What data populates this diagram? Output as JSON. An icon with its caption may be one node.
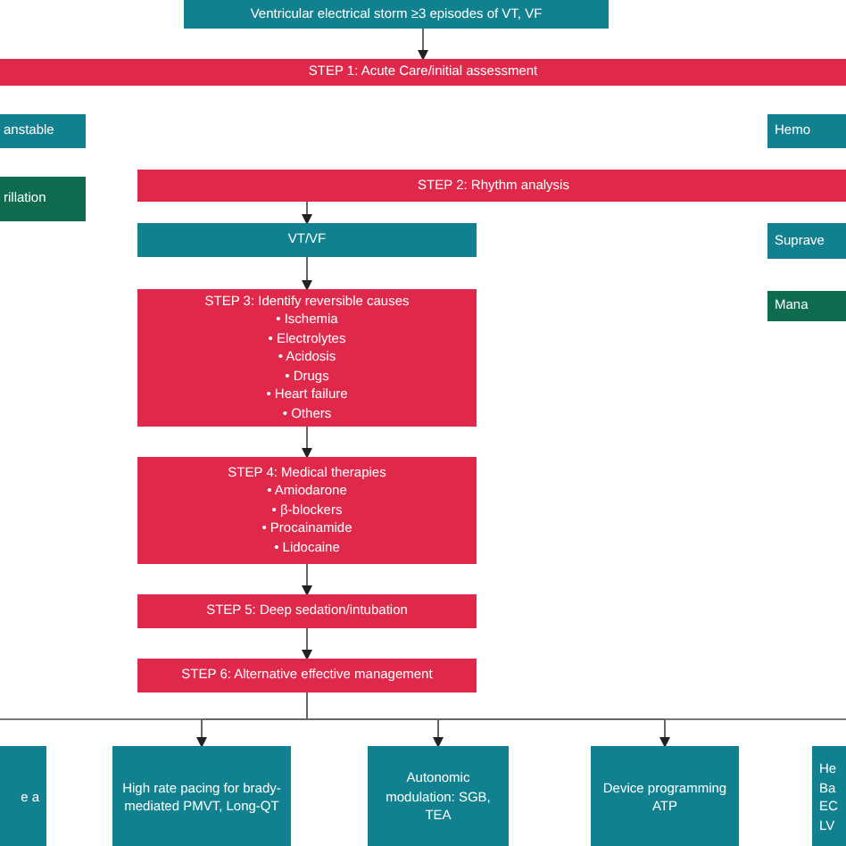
{
  "diagram": {
    "nodes": [
      {
        "text": [
          "Ventricular electrical storm ≥3 episodes of VT, VF"
        ]
      },
      {
        "text": [
          "STEP 1: Acute Care/initial assessment"
        ]
      },
      {
        "text": [
          "anstable"
        ]
      },
      {
        "text": [
          "rillation"
        ]
      },
      {
        "text": [
          "Hemo"
        ]
      },
      {
        "text": [
          "STEP 2: Rhythm analysis"
        ]
      },
      {
        "text": [
          "Suprave"
        ]
      },
      {
        "text": [
          "VT/VF"
        ]
      },
      {
        "text": [
          "Mana"
        ]
      },
      {
        "text": [
          "STEP 3: Identify reversible causes",
          "• Ischemia",
          "• Electrolytes",
          "• Acidosis",
          "• Drugs",
          "• Heart failure",
          "• Others"
        ]
      },
      {
        "text": [
          "STEP 4: Medical therapies",
          "• Amiodarone",
          "• β-blockers",
          "• Procainamide",
          "• Lidocaine"
        ]
      },
      {
        "text": [
          "STEP 5: Deep sedation/intubation"
        ]
      },
      {
        "text": [
          "STEP 6: Alternative effective management"
        ]
      },
      {
        "text": [
          "e a"
        ]
      },
      {
        "text": [
          "High rate pacing for brady-mediated PMVT, Long-QT"
        ]
      },
      {
        "text": [
          "Autonomic modulation: SGB, TEA"
        ]
      },
      {
        "text": [
          "Device programming ATP"
        ]
      },
      {
        "text": [
          "He Ba EC LV"
        ]
      }
    ],
    "edges": [
      {
        "from": 0,
        "to": 1,
        "arrow": "to"
      },
      {
        "from": 5,
        "to": 7,
        "arrow": "to"
      },
      {
        "from": 7,
        "to": 9,
        "arrow": "to"
      },
      {
        "from": 9,
        "to": 10,
        "arrow": "to"
      },
      {
        "from": 10,
        "to": 11,
        "arrow": "to"
      },
      {
        "from": 11,
        "to": 12,
        "arrow": "to"
      },
      {
        "from": 12,
        "to": 14,
        "arrow": "to"
      },
      {
        "from": 12,
        "to": 15,
        "arrow": "to"
      },
      {
        "from": 12,
        "to": 16,
        "arrow": "to"
      }
    ]
  }
}
